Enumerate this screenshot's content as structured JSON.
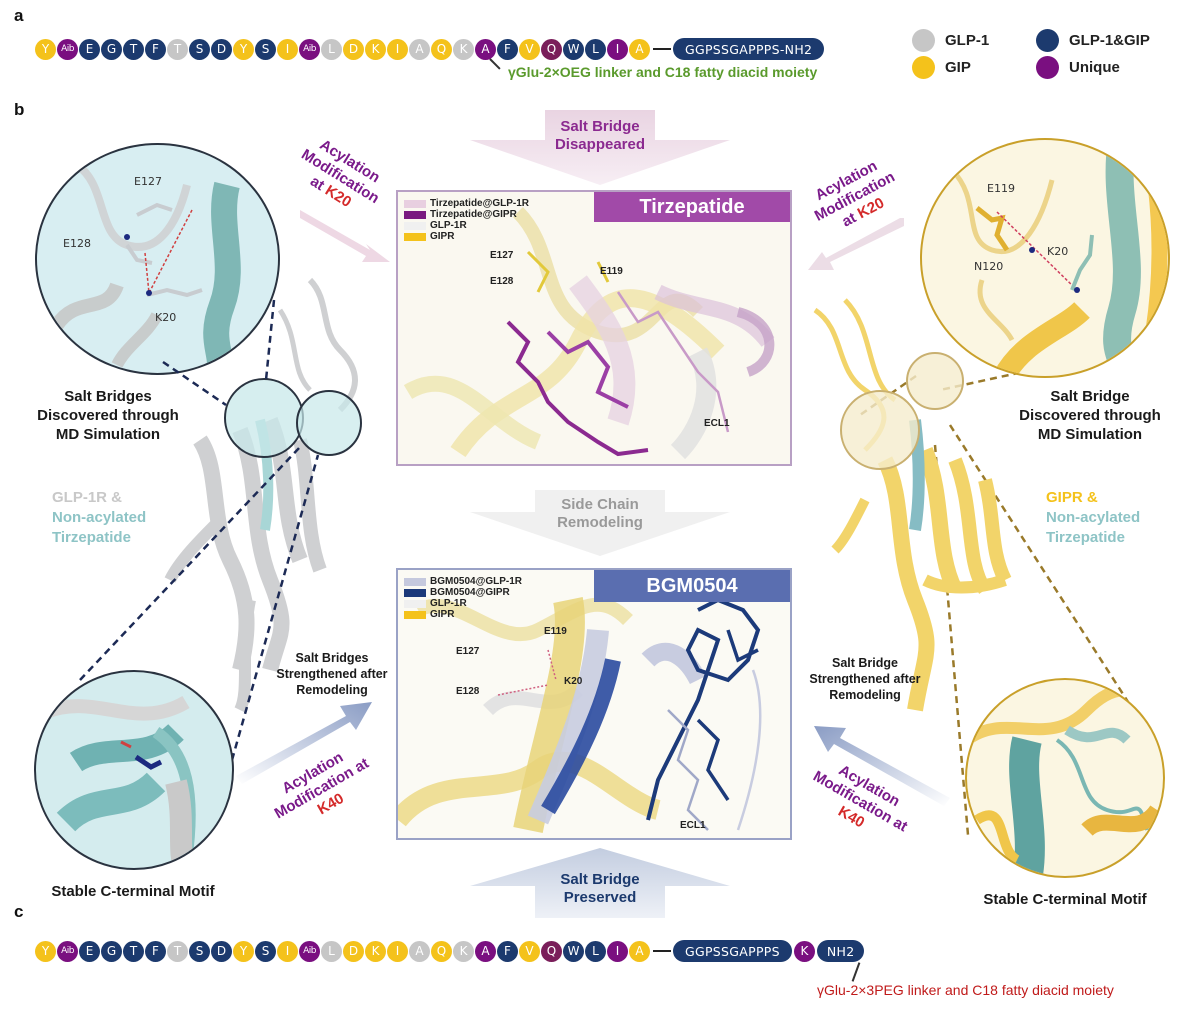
{
  "panel_labels": {
    "a": "a",
    "b": "b",
    "c": "c"
  },
  "colors": {
    "glp1": "#c6c6c6",
    "gip": "#f4c21b",
    "shared": "#1c3a6e",
    "unique": "#7a0f80",
    "tirzepatide_accent": "#9b3fa5",
    "bgm0504_accent": "#5a6eb0",
    "annotation_green": "#5a9a2c",
    "annotation_red": "#c01a1a"
  },
  "legend": [
    {
      "label": "GLP-1",
      "color": "#c6c6c6"
    },
    {
      "label": "GLP-1&GIP",
      "color": "#1c3a6e"
    },
    {
      "label": "GIP",
      "color": "#f4c21b"
    },
    {
      "label": "Unique",
      "color": "#7a0f80"
    }
  ],
  "sequence_a": {
    "residues": [
      {
        "aa": "Y",
        "c": "gold"
      },
      {
        "aa": "Aib",
        "c": "purple"
      },
      {
        "aa": "E",
        "c": "navy"
      },
      {
        "aa": "G",
        "c": "navy"
      },
      {
        "aa": "T",
        "c": "navy"
      },
      {
        "aa": "F",
        "c": "navy"
      },
      {
        "aa": "T",
        "c": "gray"
      },
      {
        "aa": "S",
        "c": "navy"
      },
      {
        "aa": "D",
        "c": "navy"
      },
      {
        "aa": "Y",
        "c": "gold"
      },
      {
        "aa": "S",
        "c": "navy"
      },
      {
        "aa": "I",
        "c": "gold"
      },
      {
        "aa": "Aib",
        "c": "purple"
      },
      {
        "aa": "L",
        "c": "gray"
      },
      {
        "aa": "D",
        "c": "gold"
      },
      {
        "aa": "K",
        "c": "gold"
      },
      {
        "aa": "I",
        "c": "gold"
      },
      {
        "aa": "A",
        "c": "gray"
      },
      {
        "aa": "Q",
        "c": "gold"
      },
      {
        "aa": "K",
        "c": "gray"
      },
      {
        "aa": "A",
        "c": "purple"
      },
      {
        "aa": "F",
        "c": "navy"
      },
      {
        "aa": "V",
        "c": "gold"
      },
      {
        "aa": "Q",
        "c": "maroon"
      },
      {
        "aa": "W",
        "c": "navy"
      },
      {
        "aa": "L",
        "c": "navy"
      },
      {
        "aa": "I",
        "c": "purple"
      },
      {
        "aa": "A",
        "c": "gold"
      }
    ],
    "tail": "GGPSSGAPPPS-NH2",
    "modification_note": "γGlu-2×OEG linker and C18 fatty diacid moiety"
  },
  "sequence_c": {
    "residues": [
      {
        "aa": "Y",
        "c": "gold"
      },
      {
        "aa": "Aib",
        "c": "purple"
      },
      {
        "aa": "E",
        "c": "navy"
      },
      {
        "aa": "G",
        "c": "navy"
      },
      {
        "aa": "T",
        "c": "navy"
      },
      {
        "aa": "F",
        "c": "navy"
      },
      {
        "aa": "T",
        "c": "gray"
      },
      {
        "aa": "S",
        "c": "navy"
      },
      {
        "aa": "D",
        "c": "navy"
      },
      {
        "aa": "Y",
        "c": "gold"
      },
      {
        "aa": "S",
        "c": "navy"
      },
      {
        "aa": "I",
        "c": "gold"
      },
      {
        "aa": "Aib",
        "c": "purple"
      },
      {
        "aa": "L",
        "c": "gray"
      },
      {
        "aa": "D",
        "c": "gold"
      },
      {
        "aa": "K",
        "c": "gold"
      },
      {
        "aa": "I",
        "c": "gold"
      },
      {
        "aa": "A",
        "c": "gray"
      },
      {
        "aa": "Q",
        "c": "gold"
      },
      {
        "aa": "K",
        "c": "gray"
      },
      {
        "aa": "A",
        "c": "purple"
      },
      {
        "aa": "F",
        "c": "navy"
      },
      {
        "aa": "V",
        "c": "gold"
      },
      {
        "aa": "Q",
        "c": "maroon"
      },
      {
        "aa": "W",
        "c": "navy"
      },
      {
        "aa": "L",
        "c": "navy"
      },
      {
        "aa": "I",
        "c": "purple"
      },
      {
        "aa": "A",
        "c": "gold"
      }
    ],
    "tail": "GGPSSGAPPPS",
    "k_residue": "K",
    "nh2": "NH2",
    "modification_note": "γGlu-2×3PEG linker and C18 fatty diacid moiety"
  },
  "panel_b": {
    "top_arrow": {
      "line1": "Salt Bridge",
      "line2": "Disappeared"
    },
    "middle_arrow": {
      "line1": "Side Chain",
      "line2": "Remodeling"
    },
    "bottom_arrow": {
      "line1": "Salt Bridge",
      "line2": "Preserved"
    },
    "tirzepatide_box": {
      "title": "Tirzepatide",
      "legend": [
        {
          "label": "Tirzepatide@GLP-1R",
          "color": "#e8cfe0"
        },
        {
          "label": "Tirzepatide@GIPR",
          "color": "#7a1a80"
        },
        {
          "label": "GLP-1R",
          "color": "#f0f0f0"
        },
        {
          "label": "GIPR",
          "color": "#f4c21b"
        }
      ],
      "residue_labels": {
        "e127": "E127",
        "e128": "E128",
        "e119": "E119",
        "ecl1": "ECL1"
      }
    },
    "bgm_box": {
      "title": "BGM0504",
      "legend": [
        {
          "label": "BGM0504@GLP-1R",
          "color": "#c5c9de"
        },
        {
          "label": "BGM0504@GIPR",
          "color": "#1c3a7a"
        },
        {
          "label": "GLP-1R",
          "color": "#f0f0f0"
        },
        {
          "label": "GIPR",
          "color": "#f4c21b"
        }
      ],
      "residue_labels": {
        "e119": "E119",
        "e127": "E127",
        "e128": "E128",
        "k20": "K20",
        "ecl1": "ECL1"
      }
    },
    "left": {
      "zoom_labels": {
        "e127": "E127",
        "e128": "E128",
        "k20": "K20"
      },
      "caption_top": [
        "Salt Bridges",
        "Discovered through",
        "MD Simulation"
      ],
      "receptor_label": {
        "line1": "GLP-1R &",
        "line2": "Non-acylated",
        "line3": "Tirzepatide"
      },
      "acylation_k20": {
        "line1": "Acylation",
        "line2": "Modification",
        "line3_prefix": "at ",
        "line3_k": "K20"
      },
      "strengthened": [
        "Salt Bridges",
        "Strengthened after",
        "Remodeling"
      ],
      "acylation_k40": {
        "line1": "Acylation",
        "line2": "Modification at",
        "line3_k": "K40"
      },
      "caption_bottom": "Stable C-terminal Motif"
    },
    "right": {
      "zoom_labels": {
        "e119": "E119",
        "n120": "N120",
        "k20": "K20"
      },
      "caption_top": [
        "Salt Bridge",
        "Discovered through",
        "MD Simulation"
      ],
      "receptor_label": {
        "line1": "GIPR &",
        "line2": "Non-acylated",
        "line3": "Tirzepatide"
      },
      "acylation_k20": {
        "line1": "Acylation",
        "line2": "Modification",
        "line3_prefix": "at ",
        "line3_k": "K20"
      },
      "strengthened": [
        "Salt Bridge",
        "Strengthened after",
        "Remodeling"
      ],
      "acylation_k40": {
        "line1": "Acylation",
        "line2": "Modification at",
        "line3_k": "K40"
      },
      "caption_bottom": "Stable C-terminal Motif"
    }
  }
}
